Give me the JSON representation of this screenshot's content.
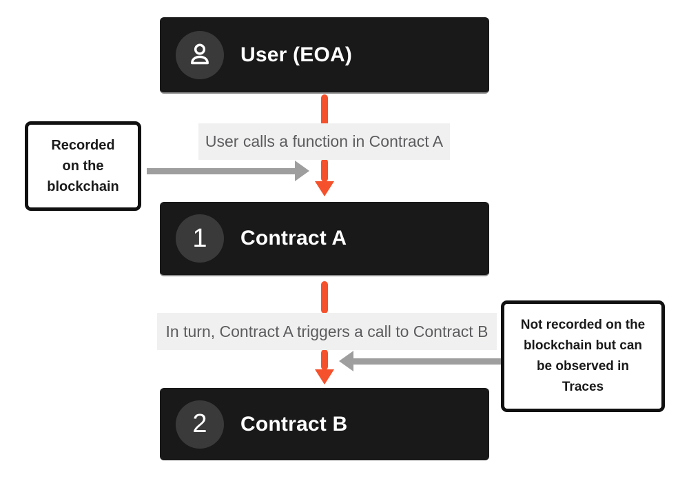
{
  "palette": {
    "accent": "#f4512c",
    "node-bg": "#191919",
    "node-fg": "#ffffff",
    "badge-bg": "#3a3a3a",
    "label-bg": "#f0f0f0",
    "label-fg": "#5c5c5e",
    "arrow-gray": "#9e9e9e",
    "annotation-border": "#101010",
    "annotation-fg": "#1a1a1a",
    "node-edge": "#8f8f8f"
  },
  "nodes": [
    {
      "id": "user",
      "badge_icon": "person-icon",
      "title": "User (EOA)"
    },
    {
      "id": "contract-a",
      "badge": "1",
      "title": "Contract A"
    },
    {
      "id": "contract-b",
      "badge": "2",
      "title": "Contract B"
    }
  ],
  "flow_labels": [
    "User calls a function in Contract A",
    "In turn, Contract A triggers a call to Contract B"
  ],
  "annotations": [
    {
      "side": "left",
      "lines": [
        "Recorded",
        "on the",
        "blockchain"
      ]
    },
    {
      "side": "right",
      "lines": [
        "Not recorded on the",
        "blockchain but can",
        "be observed in",
        "Traces"
      ]
    }
  ]
}
